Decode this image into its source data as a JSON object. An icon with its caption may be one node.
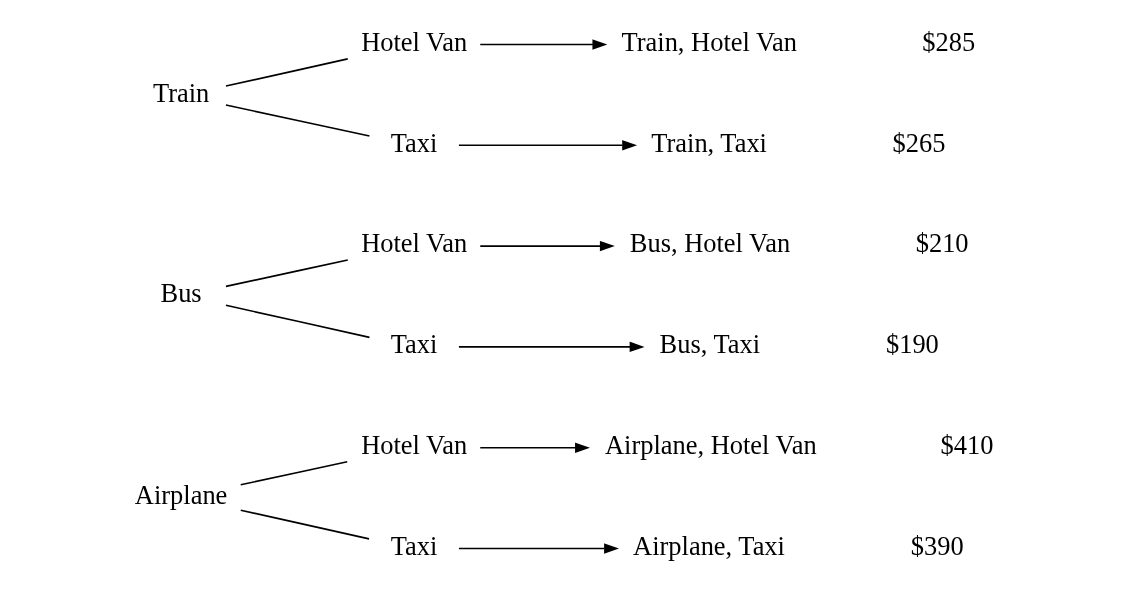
{
  "diagram": {
    "nodes": [
      {
        "text": [
          "Airplane"
        ]
      },
      {
        "text": [
          "Hotel Van"
        ]
      },
      {
        "text": [
          "Airplane, Hotel Van"
        ],
        "beside": [
          "$410"
        ]
      },
      {
        "text": [
          "Taxi"
        ]
      },
      {
        "text": [
          "Airplane, Taxi"
        ],
        "beside": [
          "$390"
        ]
      },
      {
        "text": [
          "Bus"
        ]
      },
      {
        "text": [
          "Hotel Van"
        ]
      },
      {
        "text": [
          "Bus, Hotel Van"
        ],
        "beside": [
          "$210"
        ]
      },
      {
        "text": [
          "Taxi"
        ]
      },
      {
        "text": [
          "Bus, Taxi"
        ],
        "beside": [
          "$190"
        ]
      },
      {
        "text": [
          "Train"
        ]
      },
      {
        "text": [
          "Hotel Van"
        ]
      },
      {
        "text": [
          "Train, Hotel Van"
        ],
        "beside": [
          "$285"
        ]
      },
      {
        "text": [
          "Taxi"
        ]
      },
      {
        "text": [
          "Train, Taxi"
        ],
        "beside": [
          "$265"
        ]
      }
    ],
    "edges": [
      {
        "from": 0,
        "to": 1,
        "arrow": "none"
      },
      {
        "from": 0,
        "to": 3,
        "arrow": "none"
      },
      {
        "from": 1,
        "to": 2,
        "arrow": "to"
      },
      {
        "from": 3,
        "to": 4,
        "arrow": "to"
      },
      {
        "from": 5,
        "to": 6,
        "arrow": "none"
      },
      {
        "from": 5,
        "to": 8,
        "arrow": "none"
      },
      {
        "from": 6,
        "to": 7,
        "arrow": "to"
      },
      {
        "from": 8,
        "to": 9,
        "arrow": "to"
      },
      {
        "from": 10,
        "to": 11,
        "arrow": "none"
      },
      {
        "from": 10,
        "to": 13,
        "arrow": "none"
      },
      {
        "from": 11,
        "to": 12,
        "arrow": "to"
      },
      {
        "from": 13,
        "to": 14,
        "arrow": "to"
      }
    ]
  }
}
